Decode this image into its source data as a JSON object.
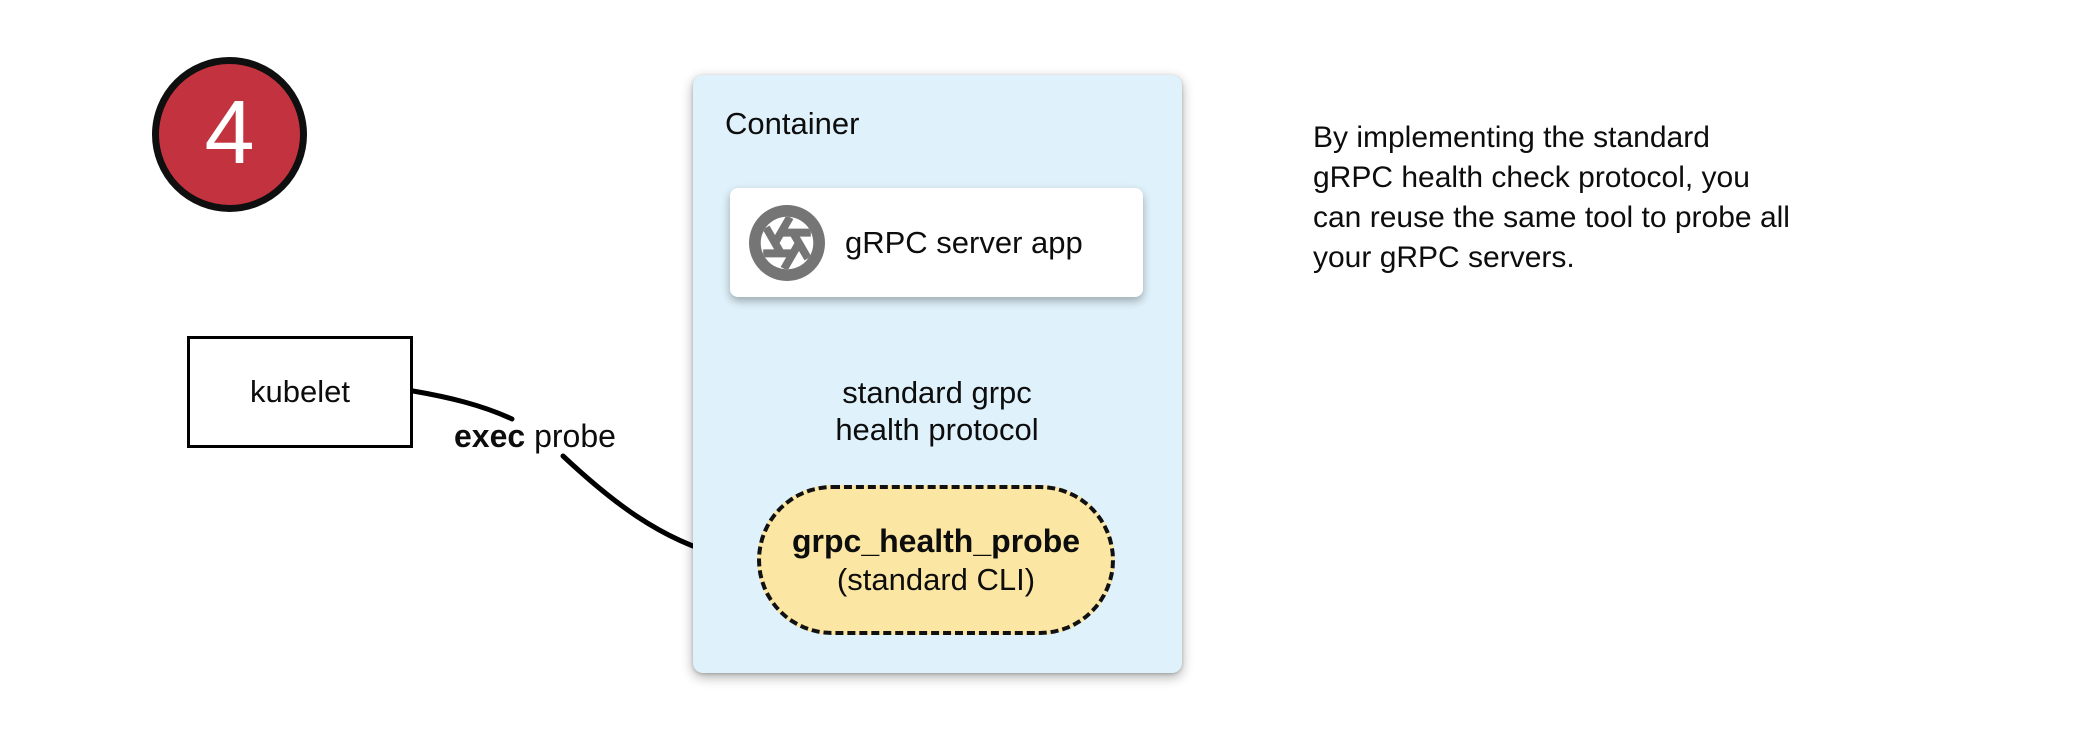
{
  "colors": {
    "badge_red": "#C2333F",
    "container_blue": "#DFF1FA",
    "pill_yellow": "#FBE7A3",
    "icon_gray": "#757575",
    "line_black": "#000000"
  },
  "badge": {
    "number": "4"
  },
  "kubelet": {
    "label": "kubelet"
  },
  "exec_edge": {
    "bold": "exec",
    "rest": "probe"
  },
  "container": {
    "title": "Container",
    "server_box": {
      "label": "gRPC server app",
      "icon": "aperture-icon"
    },
    "protocol_edge": {
      "line1": "standard grpc",
      "line2": "health protocol"
    },
    "probe_pill": {
      "name": "grpc_health_probe",
      "subtitle": "(standard CLI)"
    }
  },
  "annotation": {
    "lines": [
      "By implementing the standard",
      "gRPC health check protocol, you",
      "can reuse the same tool to probe all",
      "your gRPC servers."
    ]
  }
}
